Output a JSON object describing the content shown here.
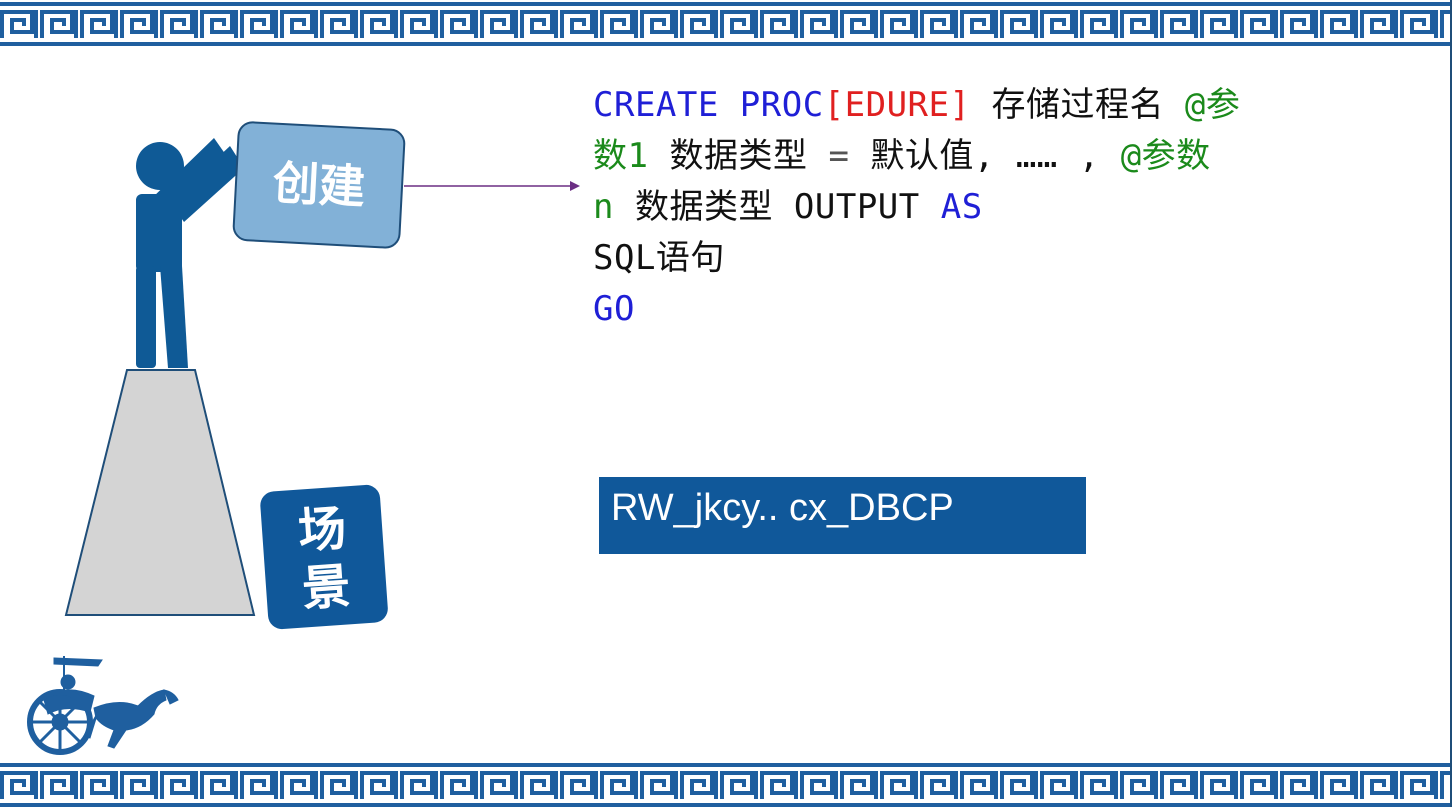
{
  "labels": {
    "create": "创建",
    "scene_1": "场",
    "scene_2": "景"
  },
  "code": {
    "line1": {
      "kw": "CREATE PROC",
      "opt": "[EDURE]",
      "name": " 存储过程名 ",
      "param": "@参"
    },
    "line2": {
      "param": "数1",
      "type": " 数据类型 ",
      "eq": "=",
      "def": " 默认值, …… , ",
      "param2": "@参数"
    },
    "line3": {
      "param": "n",
      "type": " 数据类型 OUTPUT ",
      "kw": "AS"
    },
    "line4": {
      "text": "SQL语句"
    },
    "line5": {
      "kw": "GO"
    }
  },
  "name_box": {
    "text": "RW_jkcy.. cx_DBCP"
  },
  "colors": {
    "border_blue": "#1f5f9f",
    "figure_blue": "#0f5a96",
    "create_box": "#82b1d7",
    "pedestal": "#d4d4d4",
    "keyword": "#1f1fd6",
    "optional": "#e02020",
    "parameter": "#1b8a1b",
    "name_box_bg": "#10589a",
    "arrow": "#6b2e84"
  },
  "icons": {
    "decoration": "greek-key-border",
    "figure": "person-holding-sign",
    "logo": "horse-chariot-icon"
  }
}
